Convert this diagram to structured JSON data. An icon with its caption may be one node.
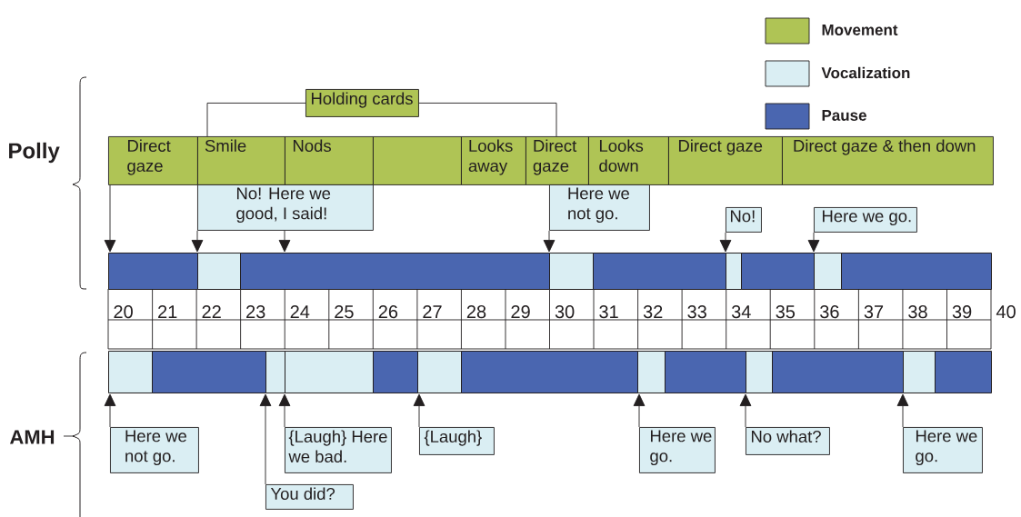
{
  "diagram": {
    "nodes": [
      {
        "text": [
          "Holding cards"
        ]
      },
      {
        "text": [
          "Direct gaze"
        ]
      },
      {
        "text": [
          "Smile"
        ]
      },
      {
        "text": [
          "Nods"
        ]
      },
      {
        "text": [],
        "shape": "box"
      },
      {
        "text": [
          "Looks away"
        ]
      },
      {
        "text": [
          "Direct gaze"
        ]
      },
      {
        "text": [
          "Looks down"
        ]
      },
      {
        "text": [
          "Direct gaze"
        ]
      },
      {
        "text": [
          "Direct gaze & then down"
        ]
      },
      {
        "text": [
          "No! Here we good, I said!"
        ]
      },
      {
        "text": [
          "Here we not go."
        ]
      },
      {
        "text": [
          "No!"
        ]
      },
      {
        "text": [
          "Here we go."
        ]
      },
      {
        "text": [],
        "shape": "bar"
      },
      {
        "text": [],
        "shape": "bar"
      },
      {
        "text": [],
        "shape": "bar"
      },
      {
        "text": [],
        "shape": "bar"
      },
      {
        "text": [],
        "shape": "bar"
      },
      {
        "text": [],
        "shape": "bar"
      },
      {
        "text": [],
        "shape": "bar"
      },
      {
        "text": [],
        "shape": "bar"
      },
      {
        "text": [],
        "shape": "bar"
      },
      {
        "text": [],
        "shape": "bar"
      },
      {
        "text": [],
        "shape": "bar"
      },
      {
        "text": [],
        "shape": "bar"
      },
      {
        "text": [],
        "shape": "bar"
      },
      {
        "text": [],
        "shape": "bar"
      },
      {
        "text": [],
        "shape": "bar"
      },
      {
        "text": [],
        "shape": "bar"
      },
      {
        "text": [],
        "shape": "bar"
      },
      {
        "text": [],
        "shape": "bar"
      },
      {
        "text": [],
        "shape": "bar"
      },
      {
        "text": [],
        "shape": "bar"
      },
      {
        "text": [],
        "shape": "bar"
      },
      {
        "text": [],
        "shape": "bar"
      },
      {
        "text": [
          "Here we not go."
        ]
      },
      {
        "text": [
          "{Laugh} Here we bad."
        ]
      },
      {
        "text": [
          "{Laugh}"
        ]
      },
      {
        "text": [
          "Here we go."
        ]
      },
      {
        "text": [
          "No what?"
        ]
      },
      {
        "text": [
          "Here we go."
        ]
      },
      {
        "text": [
          "You did?"
        ]
      }
    ],
    "edges": [
      {
        "from": 0,
        "to": 2,
        "arrow": "none"
      },
      {
        "from": 0,
        "to": 6,
        "arrow": "none"
      },
      {
        "from": 1,
        "to": 14,
        "arrow": "to"
      },
      {
        "from": 10,
        "to": 15,
        "arrow": "to"
      },
      {
        "from": 10,
        "to": 16,
        "arrow": "to"
      },
      {
        "from": 11,
        "to": 17,
        "arrow": "to"
      },
      {
        "from": 12,
        "to": 19,
        "arrow": "to"
      },
      {
        "from": 13,
        "to": 21,
        "arrow": "to"
      },
      {
        "from": 36,
        "to": 23,
        "arrow": "to"
      },
      {
        "from": 42,
        "to": 25,
        "arrow": "to"
      },
      {
        "from": 37,
        "to": 26,
        "arrow": "to"
      },
      {
        "from": 38,
        "to": 28,
        "arrow": "to"
      },
      {
        "from": 39,
        "to": 30,
        "arrow": "to"
      },
      {
        "from": 40,
        "to": 32,
        "arrow": "to"
      },
      {
        "from": 41,
        "to": 34,
        "arrow": "to"
      }
    ],
    "labels": [
      "Polly",
      "20",
      "21",
      "22",
      "23",
      "24",
      "25",
      "26",
      "27",
      "28",
      "29",
      "30",
      "31",
      "32",
      "33",
      "34",
      "35",
      "36",
      "37",
      "38",
      "39",
      "40",
      "AMH"
    ],
    "legend": [
      {
        "text": "Movement",
        "color": "#afc455"
      },
      {
        "text": "Vocalization",
        "color": "#daeef3"
      },
      {
        "text": "Pause",
        "color": "#4a66b0"
      }
    ]
  }
}
